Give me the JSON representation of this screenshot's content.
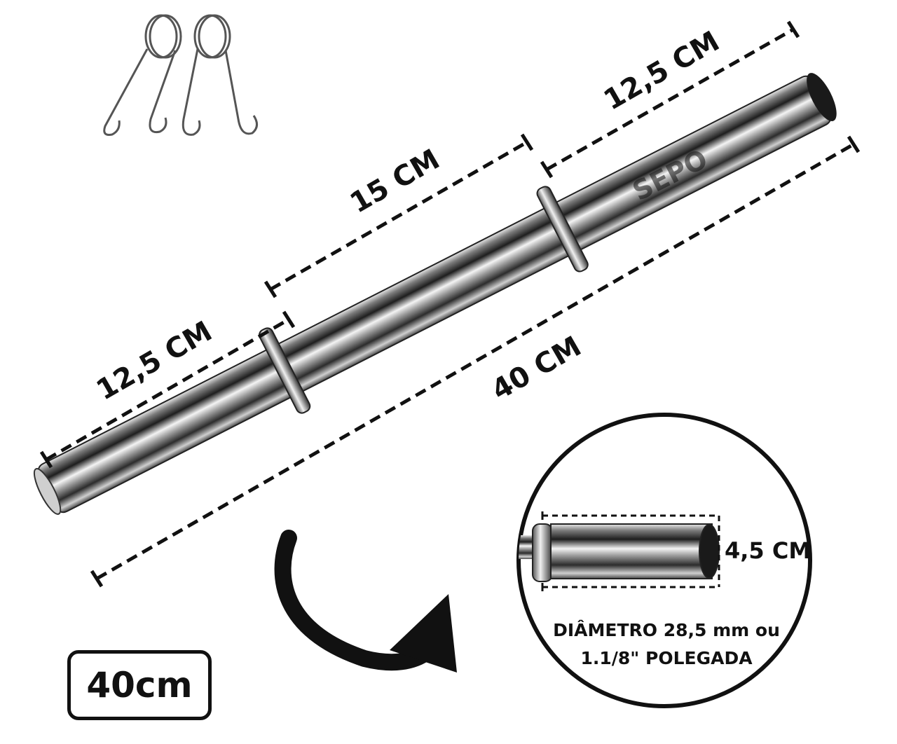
{
  "dimensions": {
    "left_section": "12,5 CM",
    "middle_section": "15 CM",
    "right_section": "12,5 CM",
    "total_length": "40 CM",
    "diameter_height": "4,5 CM"
  },
  "watermark": "SEPO",
  "detail_caption": {
    "line1": "DIÂMETRO 28,5 mm ou",
    "line2": "1.1/8\" POLEGADA"
  },
  "size_badge": "40cm",
  "colors": {
    "ink": "#111111",
    "chrome_light": "#f2f2f2",
    "chrome_dark": "#2a2a2a",
    "background": "#ffffff"
  },
  "icons": [
    "spring-collar-icon",
    "curved-arrow-icon"
  ]
}
